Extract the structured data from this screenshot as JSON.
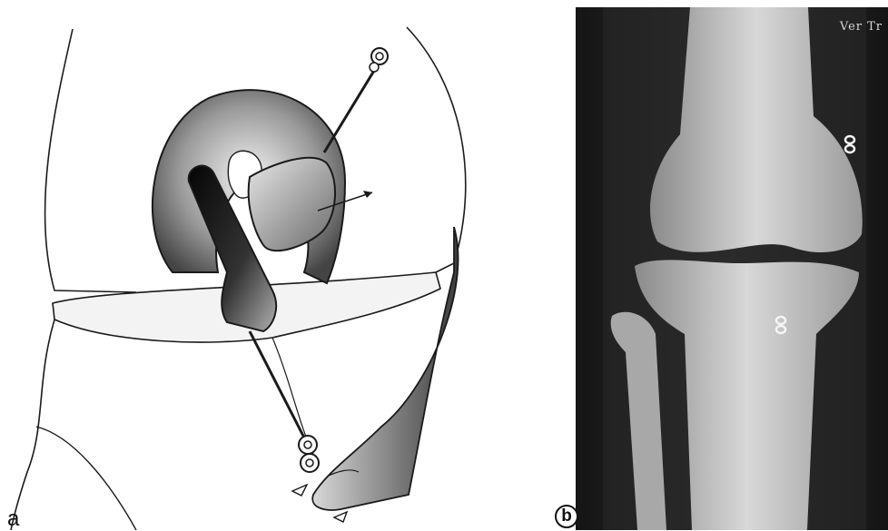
{
  "panels": [
    {
      "id": "a",
      "label": "a",
      "kind": "illustration"
    },
    {
      "id": "b",
      "label": "b",
      "kind": "radiograph",
      "overlay_text": "Ver Tr"
    }
  ],
  "colors": {
    "outline": "#1a1a1a",
    "dark_graft": "#222222",
    "mid_gray": "#8c8c8c",
    "xray_bg": "#111111",
    "bone": "#cfcfcf"
  },
  "icons": [
    "pin-icon",
    "staple-icon",
    "arrow-icon"
  ]
}
